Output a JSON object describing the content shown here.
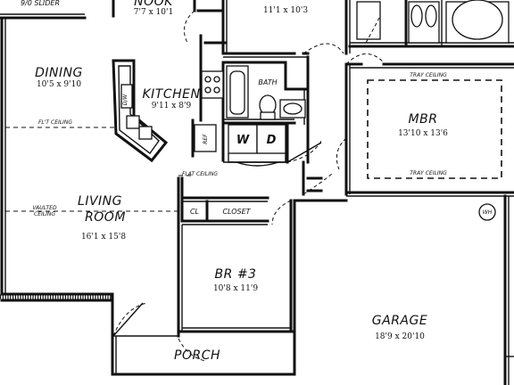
{
  "rooms": {
    "slider": "9/0 SLIDER",
    "nook": {
      "name": "NOOK",
      "dim": "7'7 x 10'1"
    },
    "bed2": {
      "dim": "11'1 x 10'3"
    },
    "dining": {
      "name": "DINING",
      "dim": "10'5 x 9'10"
    },
    "kitchen": {
      "name": "KITCHEN",
      "dim": "9'11 x 8'9"
    },
    "living": {
      "name_line1": "LIVING",
      "name_line2": "ROOM",
      "dim": "16'1 x 15'8"
    },
    "mbr": {
      "name": "MBR",
      "dim": "13'10 x 13'6"
    },
    "br3": {
      "name": "BR #3",
      "dim": "10'8 x 11'9"
    },
    "garage": {
      "name": "GARAGE",
      "dim": "18'9 x 20'10"
    },
    "porch": {
      "name": "PORCH"
    },
    "bath": {
      "name": "BATH"
    }
  },
  "labels": {
    "fl_ceiling": "FL'T CEILING",
    "flat_ceiling": "FLAT CEILING",
    "vaulted_line1": "VAULTED",
    "vaulted_line2": "CEILING",
    "tray_ceiling_top": "TRAY CEILING",
    "tray_ceiling_bottom": "TRAY CEILING",
    "closet": "CLOSET",
    "cl": "CL",
    "dw": "D/W",
    "ref": "REF",
    "washer": "W",
    "dryer": "D",
    "wh": "WH"
  }
}
